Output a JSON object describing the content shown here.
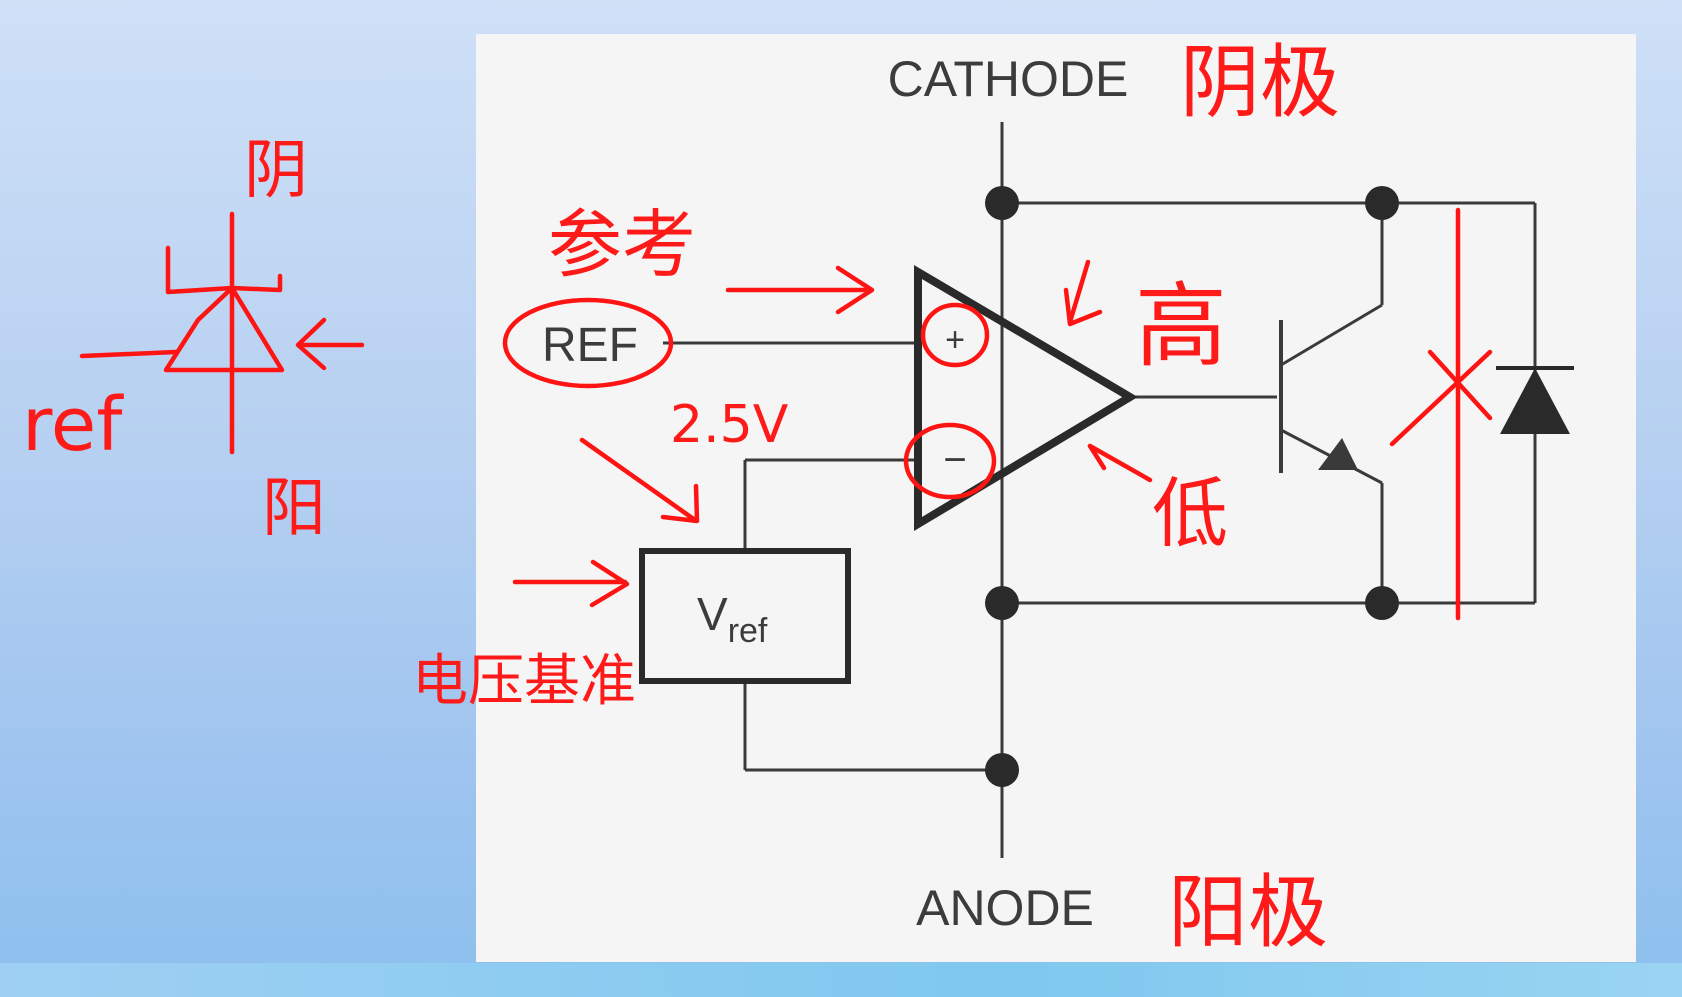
{
  "pins": {
    "cathode": "CATHODE",
    "anode": "ANODE",
    "ref": "REF"
  },
  "opamp": {
    "plus": "+",
    "minus": "−"
  },
  "vref_box": {
    "main": "V",
    "sub": "ref"
  },
  "annotations": {
    "cathode_note": "阴极",
    "anode_note": "阳极",
    "ref_note": "参考",
    "voltage_note": "2.5V",
    "vref_note": "电压基准",
    "high_note": "高",
    "low_note": "低",
    "sym_top": "阴",
    "sym_bottom": "阳",
    "sym_ref": "ref"
  },
  "colors": {
    "ink": "#ff1414",
    "circuit": "#3a3a3a",
    "panel": "#f5f5f5"
  }
}
